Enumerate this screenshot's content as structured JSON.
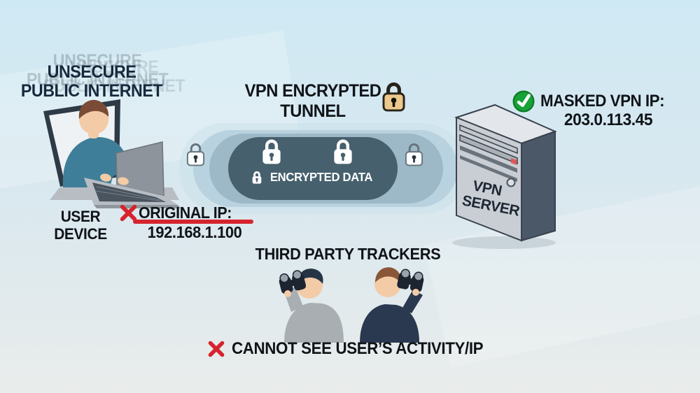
{
  "title": {
    "line1": "UNSECURE",
    "line2": "PUBLIC INTERNET"
  },
  "tunnel": {
    "heading_line1": "VPN ENCRYPTED",
    "heading_line2": "TUNNEL",
    "data_label": "ENCRYPTED DATA"
  },
  "user": {
    "device_line1": "USER",
    "device_line2": "DEVICE",
    "original_ip_label": "ORIGINAL IP:",
    "original_ip_value": "192.168.1.100"
  },
  "server": {
    "label_line1": "VPN",
    "label_line2": "SERVER",
    "masked_ip_label": "MASKED VPN IP:",
    "masked_ip_value": "203.0.113.45"
  },
  "trackers": {
    "title": "THIRD PARTY TRACKERS",
    "note": "CANNOT SEE USER’S ACTIVITY/IP"
  },
  "icons": {
    "padlock": "lock-icon",
    "check": "check-icon",
    "cross": "x-icon"
  },
  "colors": {
    "bg_top": "#cfe9f4",
    "bg_mid": "#d9e8ef",
    "bg_bottom": "#e9eceb",
    "ink": "#101418",
    "navy": "#16293c",
    "accent_red": "#d6242e",
    "check_green": "#17a238",
    "check_green_dark": "#0e7d28",
    "gold": "#ecc88c",
    "tunnel_halo": "#cbe0ea",
    "tunnel_light": "#b9d2df",
    "tunnel_mid": "#9db8c7",
    "tunnel_dark": "#46606d",
    "lock_outline": "#66747e",
    "server_front": "#c9ced4",
    "server_side": "#4a5868",
    "server_top": "#e3e6ea",
    "server_led": "#e05858",
    "server_text": "#1d2733",
    "skin": "#f3cba6",
    "teal": "#3f7e98",
    "hair_brown": "#7b4c35",
    "hair_dark": "#263445",
    "hair_brown2": "#8a5638",
    "laptop_dark": "#2e3a46",
    "laptop_screen": "#8d949c",
    "keys": "#4a545e",
    "tracker_gray": "#a9aeb2",
    "tracker_navy": "#2b3950",
    "binocular": "#1c2530",
    "lens": "#98a3ae"
  }
}
